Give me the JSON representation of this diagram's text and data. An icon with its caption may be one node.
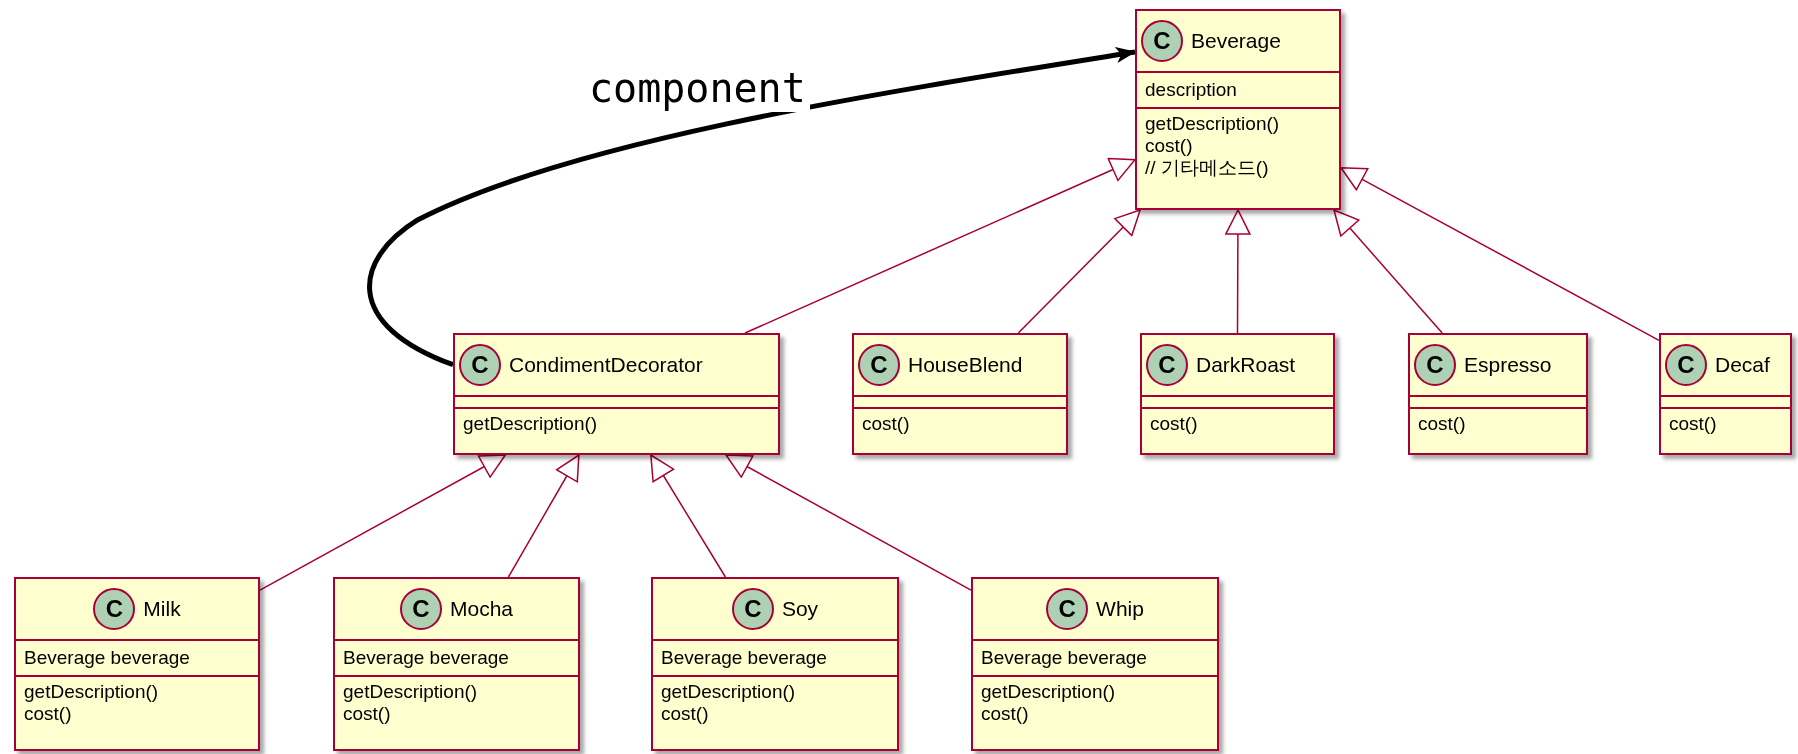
{
  "diagram": {
    "nodes": [
      {
        "text": [
          "C",
          "Beverage",
          "description",
          "getDescription()",
          "cost()",
          "// 기타메소드()"
        ]
      },
      {
        "text": [
          "C",
          "CondimentDecorator",
          "getDescription()"
        ]
      },
      {
        "text": [
          "C",
          "HouseBlend",
          "cost()"
        ]
      },
      {
        "text": [
          "C",
          "DarkRoast",
          "cost()"
        ]
      },
      {
        "text": [
          "C",
          "Espresso",
          "cost()"
        ]
      },
      {
        "text": [
          "C",
          "Decaf",
          "cost()"
        ]
      },
      {
        "text": [
          "C",
          "Milk",
          "Beverage beverage",
          "getDescription()",
          "cost()"
        ]
      },
      {
        "text": [
          "C",
          "Mocha",
          "Beverage beverage",
          "getDescription()",
          "cost()"
        ]
      },
      {
        "text": [
          "C",
          "Soy",
          "Beverage beverage",
          "getDescription()",
          "cost()"
        ]
      },
      {
        "text": [
          "C",
          "Whip",
          "Beverage beverage",
          "getDescription()",
          "cost()"
        ]
      }
    ],
    "edges": [
      {
        "from": 1,
        "to": 0,
        "arrow": "to",
        "label": "component",
        "style": "thick",
        "color": "#000000"
      },
      {
        "from": 1,
        "to": 0,
        "arrow": "to"
      },
      {
        "from": 2,
        "to": 0,
        "arrow": "to"
      },
      {
        "from": 3,
        "to": 0,
        "arrow": "to"
      },
      {
        "from": 4,
        "to": 0,
        "arrow": "to"
      },
      {
        "from": 5,
        "to": 0,
        "arrow": "to"
      },
      {
        "from": 6,
        "to": 1,
        "arrow": "to"
      },
      {
        "from": 7,
        "to": 1,
        "arrow": "to"
      },
      {
        "from": 8,
        "to": 1,
        "arrow": "to"
      },
      {
        "from": 9,
        "to": 1,
        "arrow": "to"
      }
    ]
  }
}
